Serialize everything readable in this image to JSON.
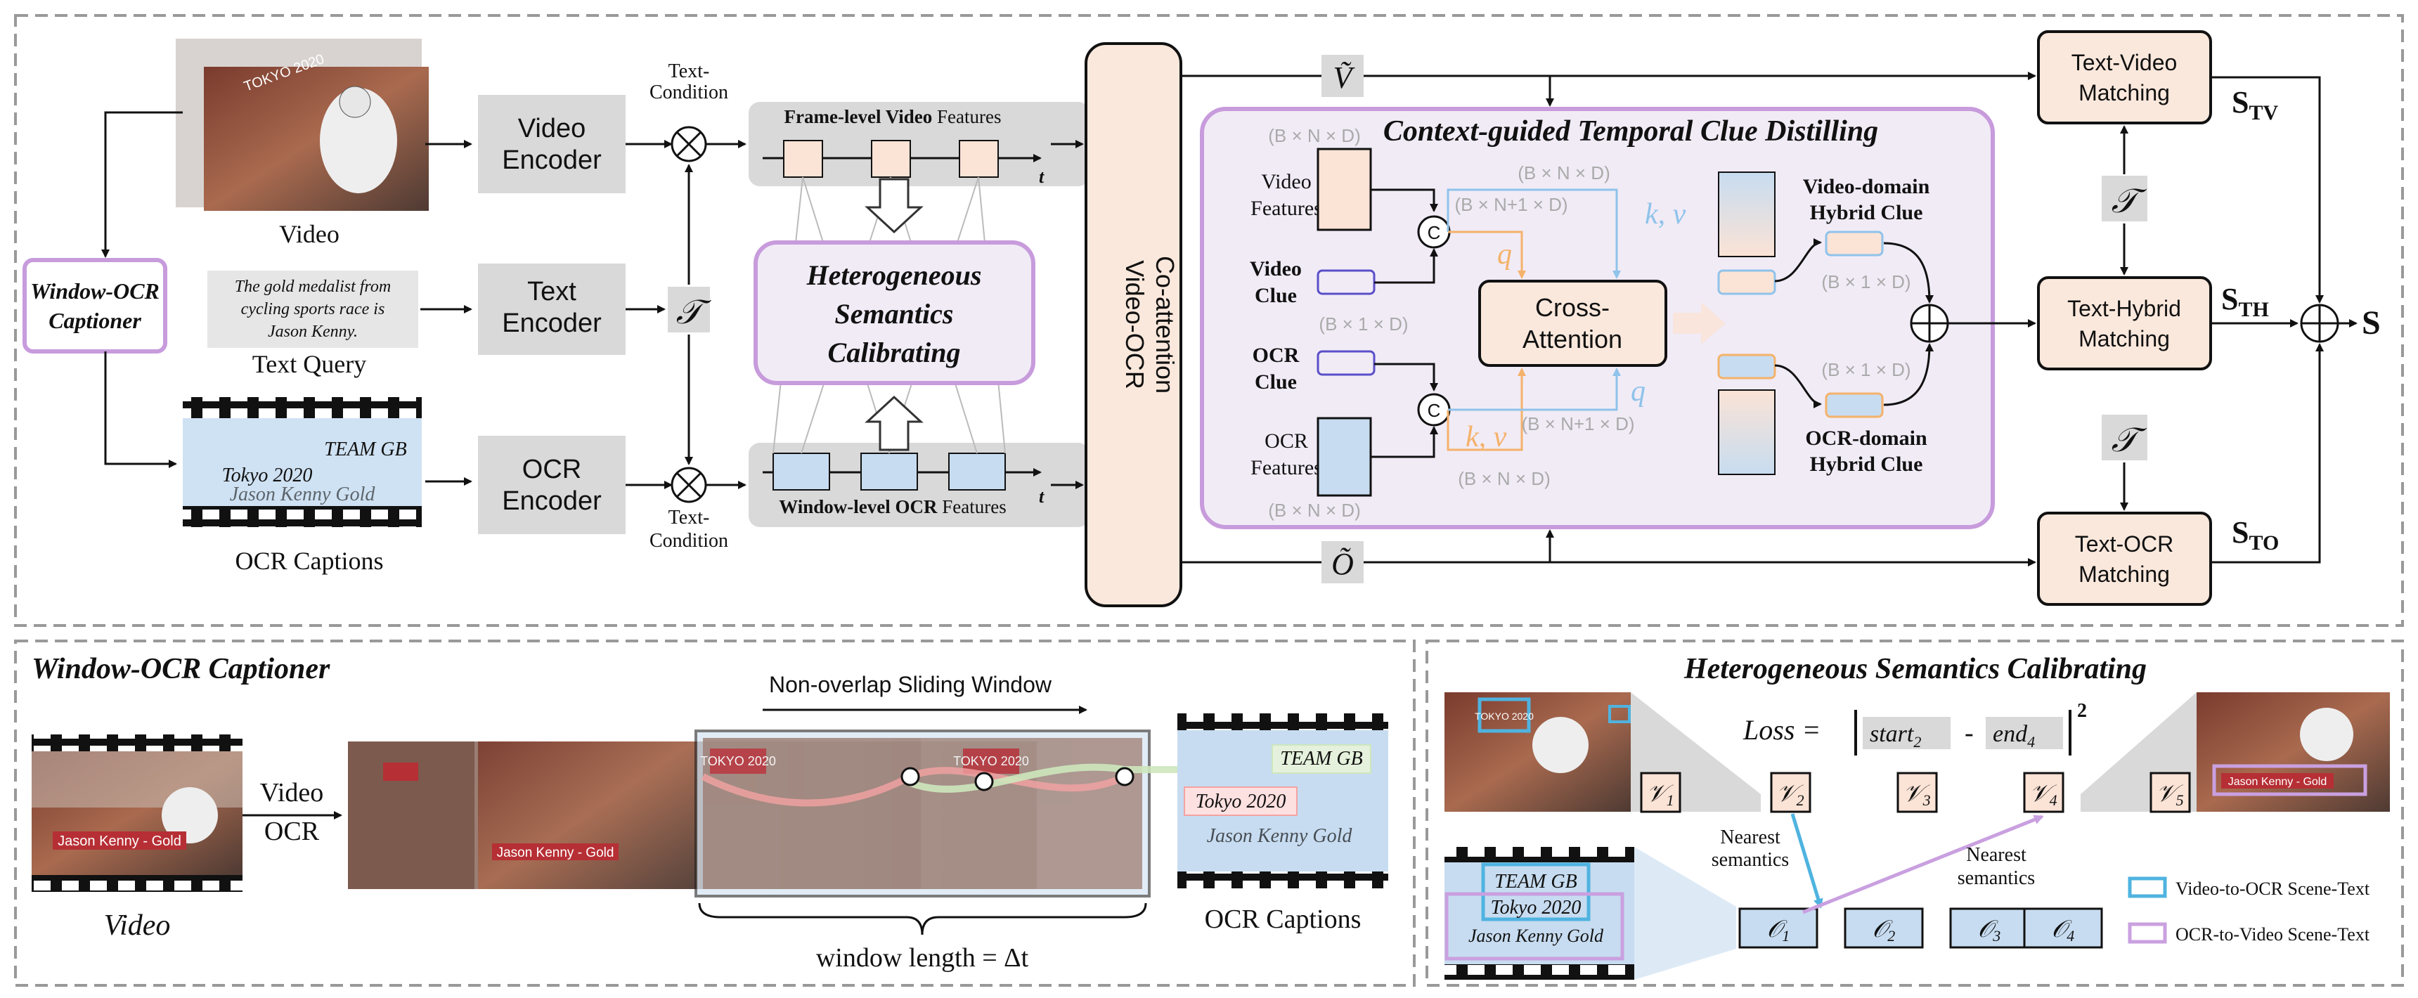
{
  "top": {
    "video_label": "Video",
    "video_thumb_text": "TOKYO 2020",
    "text_query_sentence": "The gold medalist from cycling sports race is Jason Kenny.",
    "text_query_label": "Text Query",
    "ocr_captions_label": "OCR Captions",
    "ocr_film_lines": [
      "TEAM GB",
      "Tokyo 2020",
      "Jason Kenny Gold"
    ],
    "window_ocr_captioner": "Window-OCR Captioner",
    "video_encoder": "Video Encoder",
    "text_encoder": "Text Encoder",
    "ocr_encoder": "OCR Encoder",
    "text_condition": "Text-Condition",
    "frame_level_features": "Frame-level Video Features",
    "window_level_features": "Window-level OCR Features",
    "time_symbol": "t",
    "hsc_title": "Heterogeneous Semantics Calibrating",
    "video_ocr_coattention": "Video-OCR Co-attention",
    "v_tilde": "Ṽ",
    "o_tilde": "Õ",
    "t_symbol": "𝒯",
    "ctcd_title": "Context-guided Temporal Clue Distilling",
    "video_features": "Video Features",
    "video_clue": "Video Clue",
    "ocr_clue": "OCR Clue",
    "ocr_features": "OCR Features",
    "cross_attention": "Cross-Attention",
    "concat_symbol": "C",
    "q_symbol": "q",
    "kv_symbol": "k, v",
    "video_hybrid_clue": "Video-domain Hybrid Clue",
    "ocr_hybrid_clue": "OCR-domain Hybrid Clue",
    "dim_bnd": "(B × N × D)",
    "dim_bn1d": "(B × N+1 × D)",
    "dim_b1d": "(B × 1 × D)",
    "text_video_matching": "Text-Video Matching",
    "text_hybrid_matching": "Text-Hybrid Matching",
    "text_ocr_matching": "Text-OCR Matching",
    "s_tv": "S",
    "s_tv_sub": "TV",
    "s_th": "S",
    "s_th_sub": "TH",
    "s_to": "S",
    "s_to_sub": "TO",
    "s_final": "S"
  },
  "bottom_left": {
    "title": "Window-OCR Captioner",
    "video_label": "Video",
    "video_ocr_label": "Video OCR",
    "sliding_window": "Non-overlap Sliding Window",
    "window_length": "window length = Δt",
    "ocr_captions": "OCR Captions",
    "thumb_caption": "Jason Kenny - Gold",
    "caption_team_gb": "TEAM GB",
    "caption_tokyo": "Tokyo 2020",
    "caption_jason": "Jason Kenny Gold"
  },
  "bottom_right": {
    "title": "Heterogeneous Semantics Calibrating",
    "loss_label": "Loss",
    "start_term": "start",
    "start_sub": "2",
    "end_term": "end",
    "end_sub": "4",
    "power": "2",
    "v_tokens": [
      "𝒱1",
      "𝒱2",
      "𝒱3",
      "𝒱4",
      "𝒱5"
    ],
    "o_tokens": [
      "𝒪1",
      "𝒪2",
      "𝒪3",
      "𝒪4"
    ],
    "nearest_semantics_1": "Nearest semantics",
    "nearest_semantics_2": "Nearest semantics",
    "ocr_lines": [
      "TEAM GB",
      "Tokyo 2020",
      "Jason Kenny Gold"
    ],
    "legend_v2o": "Video-to-OCR Scene-Text",
    "legend_o2v": "OCR-to-Video Scene-Text",
    "thumb_caption": "Jason Kenny - Gold"
  },
  "colors": {
    "video_feat": "#fbe3d6",
    "ocr_feat": "#c7dcf0",
    "purple": "#b98fd6",
    "purple_bg": "#f1ebf6",
    "orange": "#f4b26a",
    "blue": "#8fc3ea",
    "match_bg": "#fbe8dc",
    "gray_box": "#d9d9d9",
    "cyan_legend": "#4fb3e0",
    "purple_legend": "#c9a0e0"
  }
}
